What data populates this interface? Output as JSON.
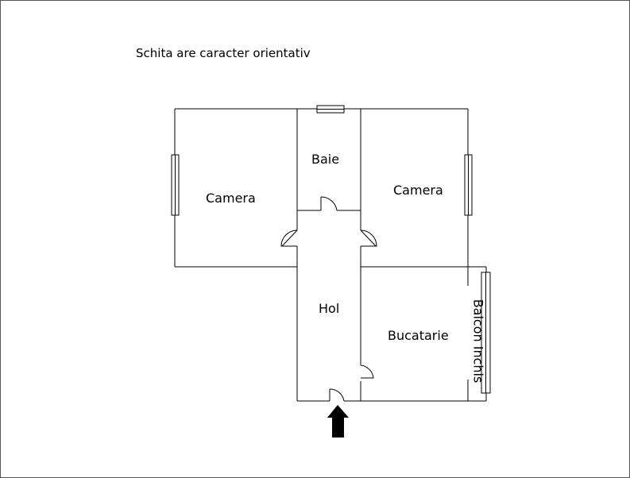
{
  "plan": {
    "note": "Schita are caracter orientativ",
    "rooms": {
      "camera_left": "Camera",
      "baie": "Baie",
      "camera_right": "Camera",
      "hol": "Hol",
      "bucatarie": "Bucatarie",
      "balcon": "Balcon Inchis"
    },
    "colors": {
      "line": "#000000",
      "background": "#ffffff",
      "frame": "#555555"
    },
    "icons": {
      "entrance": "arrow-up-icon"
    }
  }
}
